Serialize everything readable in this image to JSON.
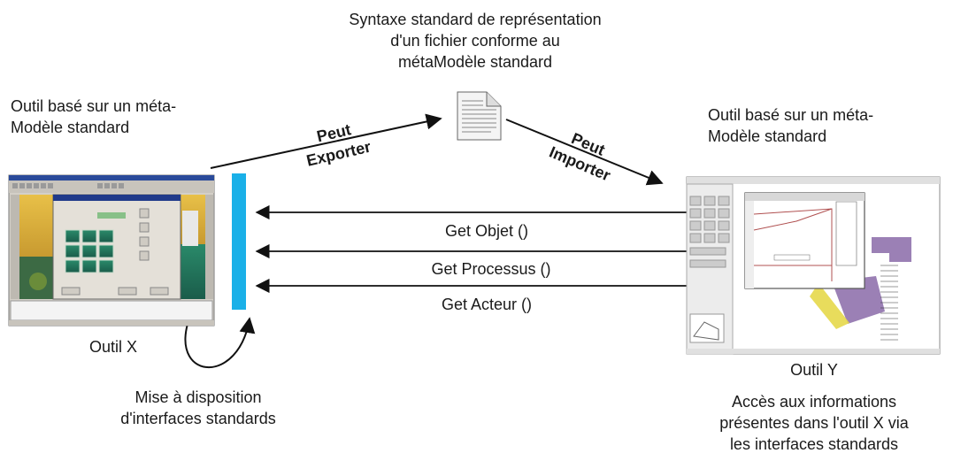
{
  "top_caption": {
    "line1": "Syntaxe standard de représentation",
    "line2": "d'un fichier conforme au",
    "line3": "métaModèle standard"
  },
  "left_tool": {
    "caption_line1": "Outil basé sur un méta-",
    "caption_line2": "Modèle standard",
    "name": "Outil X"
  },
  "right_tool": {
    "caption_line1": "Outil basé sur un méta-",
    "caption_line2": "Modèle standard",
    "name": "Outil Y"
  },
  "arrows": {
    "export_line1": "Peut",
    "export_line2": "Exporter",
    "import_line1": "Peut",
    "import_line2": "Importer",
    "get_objet": "Get Objet ()",
    "get_processus": "Get Processus ()",
    "get_acteur": "Get Acteur ()"
  },
  "bottom_left": {
    "line1": "Mise à disposition",
    "line2": "d'interfaces standards"
  },
  "bottom_right": {
    "line1": "Accès aux informations",
    "line2": "présentes dans l'outil X via",
    "line3": "les interfaces standards"
  },
  "colors": {
    "interface_bar": "#1ab0e8",
    "arrow": "#111111"
  },
  "icons": {
    "document": "document-icon"
  }
}
